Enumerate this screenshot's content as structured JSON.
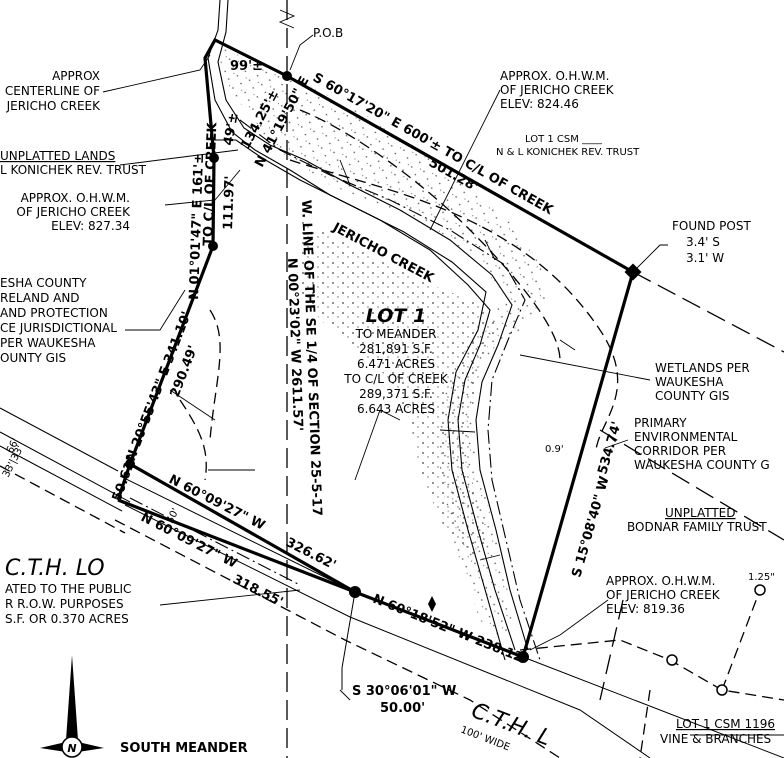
{
  "labels": {
    "pob": "P.O.B",
    "centerline": [
      "APPROX",
      "CENTERLINE OF",
      "JERICHO CREEK"
    ],
    "unplatted_konichek": [
      "UNPLATTED LANDS",
      "L KONICHEK REV. TRUST"
    ],
    "ohwm_left": [
      "APPROX. O.H.W.M.",
      "OF JERICHO CREEK",
      "ELEV: 827.34"
    ],
    "waukesha_left": [
      "ESHA COUNTY",
      "RELAND AND",
      "AND PROTECTION",
      "CE JURISDICTIONAL",
      "PER WAUKESHA",
      "OUNTY GIS"
    ],
    "ohwm_top": [
      "APPROX. O.H.W.M.",
      "OF JERICHO CREEK",
      "ELEV: 824.46"
    ],
    "csm_top": [
      "LOT 1 CSM ____",
      "N & L KONICHEK REV. TRUST"
    ],
    "found_post": [
      "FOUND POST",
      "3.4' S",
      "3.1' W"
    ],
    "wetlands": [
      "WETLANDS PER",
      "WAUKESHA",
      "COUNTY GIS"
    ],
    "corridor": [
      "PRIMARY",
      "ENVIRONMENTAL",
      "CORRIDOR PER",
      "WAUKESHA COUNTY G"
    ],
    "bodnar": [
      "UNPLATTED",
      "BODNAR FAMILY TRUST"
    ],
    "ohwm_bottom": [
      "APPROX. O.H.W.M.",
      "OF JERICHO CREEK",
      "ELEV: 819.36"
    ],
    "csm_bottom": [
      "LOT 1 CSM 1196",
      "VINE & BRANCHES"
    ],
    "cth_left": "C.T.H. LO",
    "dedicated": [
      "ATED TO THE PUBLIC",
      "R R.O.W. PURPOSES",
      "S.F. OR 0.370 ACRES"
    ],
    "south_meander": "SOUTH MEANDER",
    "cth_bottom": "C.T.H. L",
    "wide": "100' WIDE",
    "creek_name": "JERICHO CREEK",
    "section_line": "W. LINE OF THE SE 1/4 OF SECTION 25-5-17",
    "section_bearing": "N 00°23'02\" W   2611.57'",
    "north_letter": "N",
    "lot": {
      "title": "LOT 1",
      "lines": [
        "TO MEANDER",
        "281,891 S.F.",
        "6.471 ACRES",
        "TO C/L OF CREEK",
        "289,371 S.F.",
        "6.643 ACRES"
      ]
    }
  },
  "dims": {
    "top_bearing": "S 60°17'20\" E   600'± TO C/L OF CREEK",
    "top_short": "99'±",
    "top_len": "501.28'",
    "left_upper_bearing": "N 01°01'47\" E   161'±",
    "left_upper_to": "TO C/L OF CREEK",
    "left_upper_len": "111.97'",
    "creek_seg1": "49'±",
    "creek_seg2": "134.25'±",
    "creek_seg3": "N 41°19'50\" E",
    "left_main": "N 20°55'43\" E   341.10'",
    "left_meander": "290.49'",
    "right_bearing": "S 15°08'40\" W",
    "right_len": "534.74'",
    "right_offset": "0.9'",
    "south_bearing": "N 60°09'27\" W",
    "south_len": "326.62'",
    "south_ext": "N 60°18'52\" W   238.12'",
    "west_short": "50.61'",
    "row_bearing": "N 60°09'27\" W",
    "row_len": "318.55'",
    "tie_bearing": "S 30°06'01\" W",
    "tie_len": "50.00'",
    "row_50": "50'",
    "row_66": "66'",
    "row_3333": "33'|33'",
    "small_125": "1.25\""
  }
}
